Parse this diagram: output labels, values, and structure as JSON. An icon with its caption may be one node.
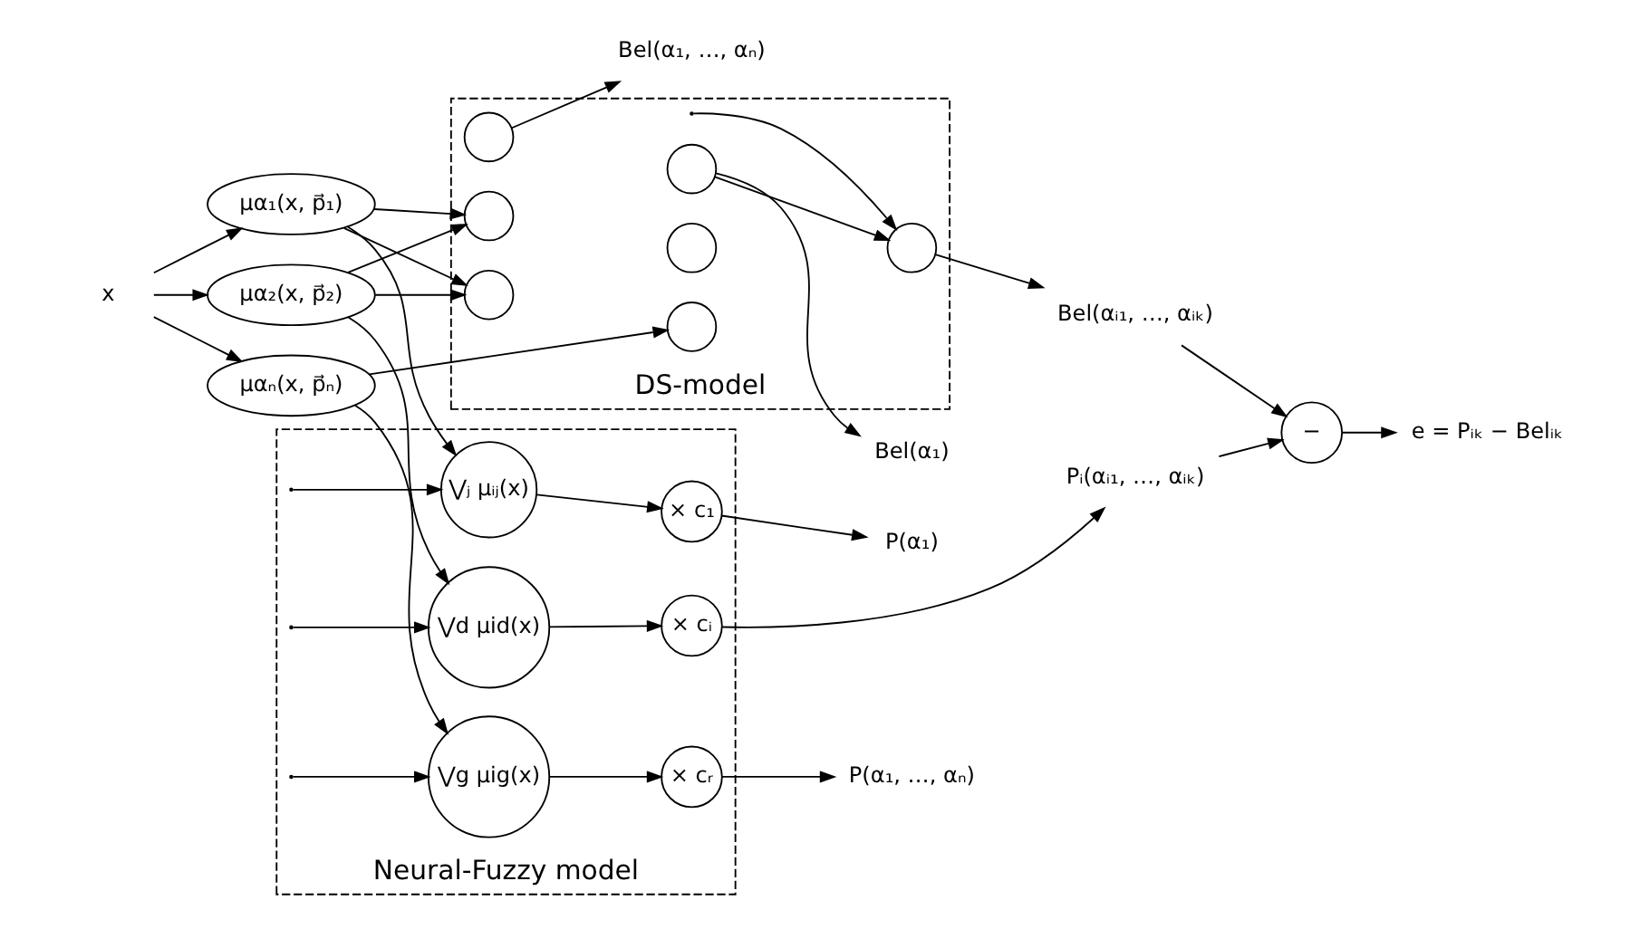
{
  "diagram": {
    "nodes": [
      {
        "text": [
          "x"
        ]
      },
      {
        "text": [
          "μα₁(x, p⃗₁)"
        ]
      },
      {
        "text": [
          "μα₂(x, p⃗₂)"
        ]
      },
      {
        "text": [
          "μαₙ(x, p⃗ₙ)"
        ]
      },
      {
        "text": [
          "DS-model"
        ]
      },
      {
        "text": [],
        "shape": "circle",
        "in": 4
      },
      {
        "text": [],
        "shape": "circle",
        "in": 4
      },
      {
        "text": [],
        "shape": "circle",
        "in": 4
      },
      {
        "text": [],
        "shape": "circle",
        "in": 4
      },
      {
        "text": [],
        "shape": "circle",
        "in": 4
      },
      {
        "text": [],
        "shape": "circle",
        "in": 4
      },
      {
        "text": [],
        "shape": "circle",
        "in": 4
      },
      {
        "text": [
          "Bel(α₁)"
        ]
      },
      {
        "text": [
          "Bel(αᵢ₁, …, αᵢₖ)"
        ]
      },
      {
        "text": [
          "Bel(α₁, …, αₙ)"
        ]
      },
      {
        "text": [
          "Neural-Fuzzy model"
        ]
      },
      {
        "text": [
          "⋁ⱼ μᵢⱼ(x)"
        ],
        "in": 15
      },
      {
        "text": [
          "× c₁"
        ],
        "in": 15
      },
      {
        "text": [
          "⋁d μid(x)"
        ],
        "in": 15
      },
      {
        "text": [
          "× cᵢ"
        ],
        "in": 15
      },
      {
        "text": [
          "⋁g μig(x)"
        ],
        "in": 15
      },
      {
        "text": [
          "× cᵣ"
        ],
        "in": 15
      },
      {
        "text": [
          "P(α₁)"
        ]
      },
      {
        "text": [
          "Pᵢ(αᵢ₁, …, αᵢₖ)"
        ]
      },
      {
        "text": [
          "P(α₁, …, αₙ)"
        ]
      },
      {
        "text": [
          "−"
        ]
      },
      {
        "text": [
          "e = Pᵢₖ − Belᵢₖ"
        ]
      }
    ],
    "edges": [
      {
        "from": 0,
        "to": 1,
        "arrow": "to"
      },
      {
        "from": 0,
        "to": 2,
        "arrow": "to"
      },
      {
        "from": 0,
        "to": 3,
        "arrow": "to"
      },
      {
        "from": 1,
        "to": 5,
        "arrow": "to"
      },
      {
        "from": 1,
        "to": 6,
        "arrow": "to"
      },
      {
        "from": 2,
        "to": 5,
        "arrow": "to"
      },
      {
        "from": 2,
        "to": 6,
        "arrow": "to"
      },
      {
        "from": 3,
        "to": 7,
        "arrow": "to"
      },
      {
        "from": 1,
        "to": 16,
        "arrow": "to"
      },
      {
        "from": 2,
        "to": 18,
        "arrow": "to"
      },
      {
        "from": 3,
        "to": 20,
        "arrow": "to"
      },
      {
        "from": null,
        "to": 16,
        "arrow": "to"
      },
      {
        "from": null,
        "to": 18,
        "arrow": "to"
      },
      {
        "from": null,
        "to": 20,
        "arrow": "to"
      },
      {
        "from": 8,
        "to": 12,
        "arrow": "to"
      },
      {
        "from": 8,
        "to": 10,
        "arrow": "to"
      },
      {
        "from": null,
        "to": 10,
        "arrow": "to"
      },
      {
        "from": 10,
        "to": 13,
        "arrow": "to"
      },
      {
        "from": 11,
        "to": 14,
        "arrow": "to"
      },
      {
        "from": 16,
        "to": 17,
        "arrow": "to"
      },
      {
        "from": 18,
        "to": 19,
        "arrow": "to"
      },
      {
        "from": 20,
        "to": 21,
        "arrow": "to"
      },
      {
        "from": 17,
        "to": 22,
        "arrow": "to"
      },
      {
        "from": 19,
        "to": 23,
        "arrow": "to"
      },
      {
        "from": 21,
        "to": 24,
        "arrow": "to"
      },
      {
        "from": 13,
        "to": 25,
        "arrow": "to"
      },
      {
        "from": 23,
        "to": 25,
        "arrow": "to"
      },
      {
        "from": 25,
        "to": 26,
        "arrow": "to"
      }
    ]
  }
}
